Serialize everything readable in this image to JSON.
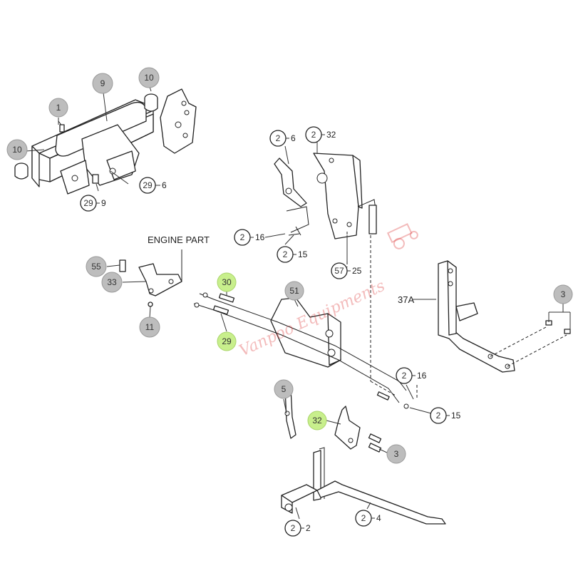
{
  "labels": {
    "engine_part": "ENGINE PART",
    "part_37a": "37A"
  },
  "callouts": {
    "c1": "1",
    "c9": "9",
    "c10a": "10",
    "c10b": "10",
    "c29_9": {
      "circle": "29",
      "qty": "9"
    },
    "c29_6": {
      "circle": "29",
      "qty": "6"
    },
    "c2_6": {
      "circle": "2",
      "qty": "6"
    },
    "c2_32": {
      "circle": "2",
      "qty": "32"
    },
    "c2_16_top": {
      "circle": "2",
      "qty": "16"
    },
    "c2_15_top": {
      "circle": "2",
      "qty": "15"
    },
    "c57_25": {
      "circle": "57",
      "qty": "25"
    },
    "c55": "55",
    "c33": "33",
    "c11": "11",
    "c30": "30",
    "c29_green": "29",
    "c51": "51",
    "c3_right": "3",
    "c5": "5",
    "c32_green": "32",
    "c2_16_bot": {
      "circle": "2",
      "qty": "16"
    },
    "c2_15_bot": {
      "circle": "2",
      "qty": "15"
    },
    "c3_bottom": "3",
    "c2_2": {
      "circle": "2",
      "qty": "2"
    },
    "c2_4": {
      "circle": "2",
      "qty": "4"
    }
  },
  "watermark": "Vanpoo Equipments",
  "colors": {
    "highlight": "#c8ef8c",
    "callout_grey": "#bdbdbd",
    "watermark": "#dc3c3c"
  }
}
